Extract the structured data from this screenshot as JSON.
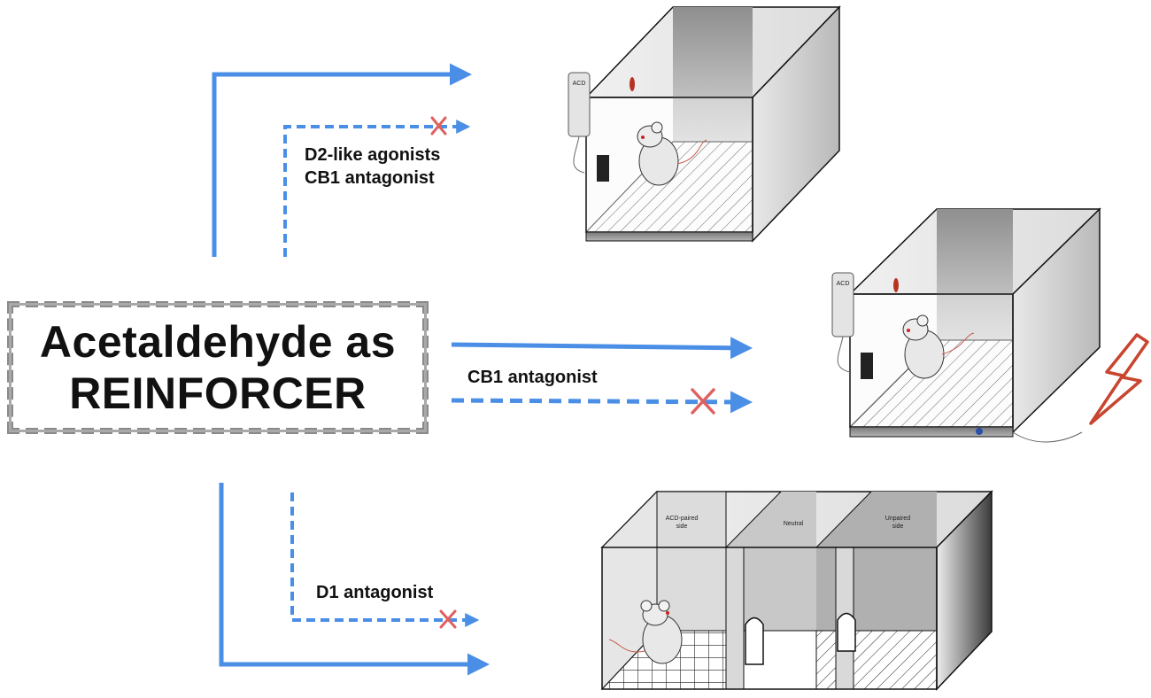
{
  "title": {
    "line1": "Acetaldehyde as",
    "line2": "REINFORCER"
  },
  "pathways": {
    "top": {
      "label_line1": "D2-like agonists",
      "label_line2": "CB1 antagonist"
    },
    "middle": {
      "label": "CB1 antagonist"
    },
    "bottom": {
      "label": "D1 antagonist"
    }
  },
  "apparatus": {
    "bottle_label": "ACD",
    "place_pref": {
      "left_compartment": {
        "line1": "ACD-paired",
        "line2": "side"
      },
      "middle_compartment": "Neutral",
      "right_compartment": {
        "line1": "Unpaired",
        "line2": "side"
      }
    }
  },
  "colors": {
    "arrow": "#4a8ee6",
    "block_x": "#e06060",
    "box_border": "#8a8a8a",
    "shock": "#c8452f"
  }
}
